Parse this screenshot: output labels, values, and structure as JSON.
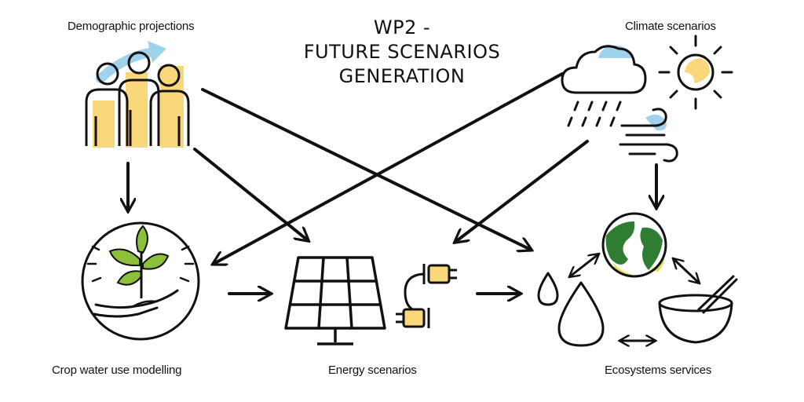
{
  "title": {
    "line1": "WP2 -",
    "line2": "FUTURE SCENARIOS",
    "line3": "GENERATION"
  },
  "nodes": {
    "demographic": "Demographic projections",
    "climate": "Climate scenarios",
    "crop": "Crop water use modelling",
    "energy": "Energy scenarios",
    "ecosystems": "Ecosystems services"
  },
  "colors": {
    "ink": "#111111",
    "yellow": "#f9d77a",
    "light_blue": "#9fd3ec",
    "leaf_green": "#8cbf3a",
    "dark_green": "#2e7d32",
    "earth_yellow": "#e6df5a"
  }
}
